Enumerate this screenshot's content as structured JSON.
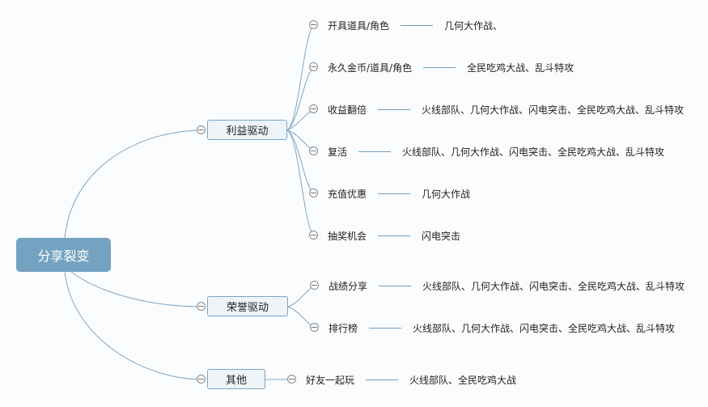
{
  "root": {
    "label": "分享裂变"
  },
  "colors": {
    "root": "#74a3c1",
    "line": "#7ca6c4"
  },
  "branches": [
    {
      "label": "利益驱动",
      "children": [
        {
          "label": "开具道具/角色",
          "value": "几何大作战、"
        },
        {
          "label": "永久金币/道具/角色",
          "value": "全民吃鸡大战、乱斗特攻"
        },
        {
          "label": "收益翻倍",
          "value": "火线部队、几何大作战、闪电突击、全民吃鸡大战、乱斗特攻"
        },
        {
          "label": "复活",
          "value": "火线部队、几何大作战、闪电突击、全民吃鸡大战、乱斗特攻"
        },
        {
          "label": "充值优惠",
          "value": "几何大作战"
        },
        {
          "label": "抽奖机会",
          "value": "闪电突击"
        }
      ]
    },
    {
      "label": "荣誉驱动",
      "children": [
        {
          "label": "战绩分享",
          "value": "火线部队、几何大作战、闪电突击、全民吃鸡大战、乱斗特攻"
        },
        {
          "label": "排行榜",
          "value": "火线部队、几何大作战、闪电突击、全民吃鸡大战、乱斗特攻"
        }
      ]
    },
    {
      "label": "其他",
      "children": [
        {
          "label": "好友一起玩",
          "value": "火线部队、全民吃鸡大战"
        }
      ]
    }
  ]
}
